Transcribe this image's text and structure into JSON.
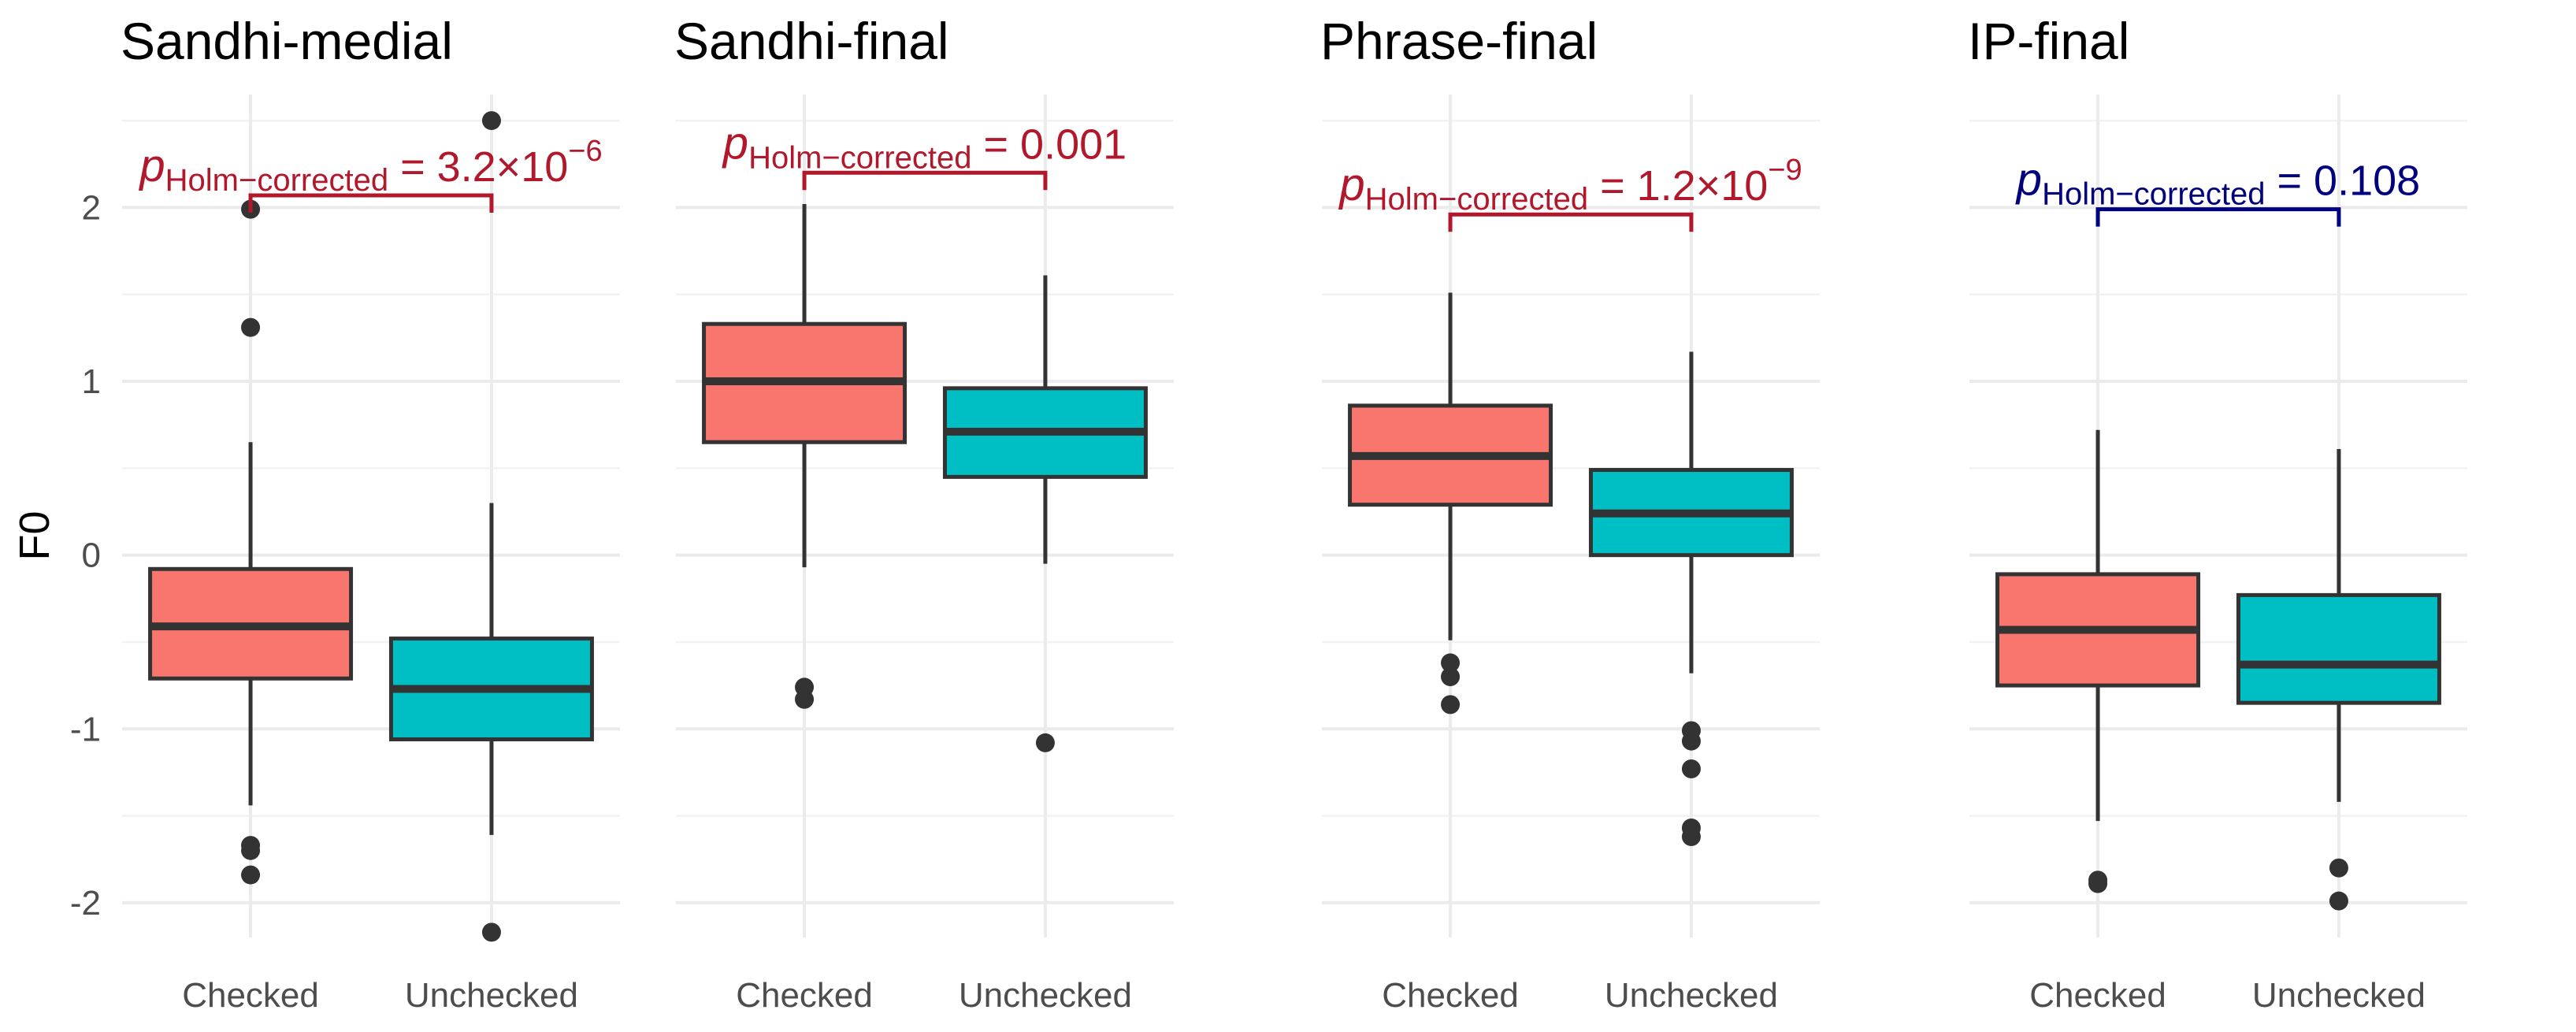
{
  "chart_data": {
    "type": "boxplot",
    "ylabel": "F0",
    "xlabel": "",
    "ylim": [
      -2.2,
      2.65
    ],
    "y_ticks": [
      -2,
      -1,
      0,
      1,
      2
    ],
    "grid": true,
    "legend": "none",
    "categories": [
      "Checked",
      "Unchecked"
    ],
    "colors": {
      "Checked": "#F8766D",
      "Unchecked": "#00BFC4",
      "box_outline": "#333333",
      "significant": "#B2182B",
      "not_significant": "#00007F"
    },
    "panels": [
      {
        "title": "Sandhi-medial",
        "annotation": {
          "p_symbol": "p",
          "p_subscript": "Holm−corrected",
          "p_value": "3.2×10",
          "p_exponent": "−6",
          "significant": true,
          "bracket_y": 2.07
        },
        "boxes": [
          {
            "category": "Checked",
            "q1": -0.71,
            "median": -0.41,
            "q3": -0.08,
            "whisker_low": -1.44,
            "whisker_high": 0.65,
            "outliers": [
              1.99,
              1.31,
              -1.67,
              -1.7,
              -1.84
            ]
          },
          {
            "category": "Unchecked",
            "q1": -1.06,
            "median": -0.77,
            "q3": -0.48,
            "whisker_low": -1.61,
            "whisker_high": 0.3,
            "outliers": [
              2.5,
              -2.17
            ]
          }
        ]
      },
      {
        "title": "Sandhi-final",
        "annotation": {
          "p_symbol": "p",
          "p_subscript": "Holm−corrected",
          "p_value": "0.001",
          "p_exponent": "",
          "significant": true,
          "bracket_y": 2.2
        },
        "boxes": [
          {
            "category": "Checked",
            "q1": 0.65,
            "median": 1.0,
            "q3": 1.33,
            "whisker_low": -0.07,
            "whisker_high": 2.02,
            "outliers": [
              -0.76,
              -0.83
            ]
          },
          {
            "category": "Unchecked",
            "q1": 0.45,
            "median": 0.71,
            "q3": 0.96,
            "whisker_low": -0.05,
            "whisker_high": 1.61,
            "outliers": [
              -1.08
            ]
          }
        ]
      },
      {
        "title": "Phrase-final",
        "annotation": {
          "p_symbol": "p",
          "p_subscript": "Holm−corrected",
          "p_value": "1.2×10",
          "p_exponent": "−9",
          "significant": true,
          "bracket_y": 1.96
        },
        "boxes": [
          {
            "category": "Checked",
            "q1": 0.29,
            "median": 0.57,
            "q3": 0.86,
            "whisker_low": -0.49,
            "whisker_high": 1.51,
            "outliers": [
              -0.62,
              -0.7,
              -0.86
            ]
          },
          {
            "category": "Unchecked",
            "q1": 0.0,
            "median": 0.24,
            "q3": 0.49,
            "whisker_low": -0.68,
            "whisker_high": 1.17,
            "outliers": [
              -1.01,
              -1.07,
              -1.23,
              -1.57,
              -1.62
            ]
          }
        ]
      },
      {
        "title": "IP-final",
        "annotation": {
          "p_symbol": "p",
          "p_subscript": "Holm−corrected",
          "p_value": "0.108",
          "p_exponent": "",
          "significant": false,
          "bracket_y": 1.99
        },
        "boxes": [
          {
            "category": "Checked",
            "q1": -0.75,
            "median": -0.43,
            "q3": -0.11,
            "whisker_low": -1.53,
            "whisker_high": 0.72,
            "outliers": [
              -1.87,
              -1.89
            ]
          },
          {
            "category": "Unchecked",
            "q1": -0.85,
            "median": -0.63,
            "q3": -0.23,
            "whisker_low": -1.42,
            "whisker_high": 0.61,
            "outliers": [
              -1.8,
              -1.99
            ]
          }
        ]
      }
    ]
  }
}
